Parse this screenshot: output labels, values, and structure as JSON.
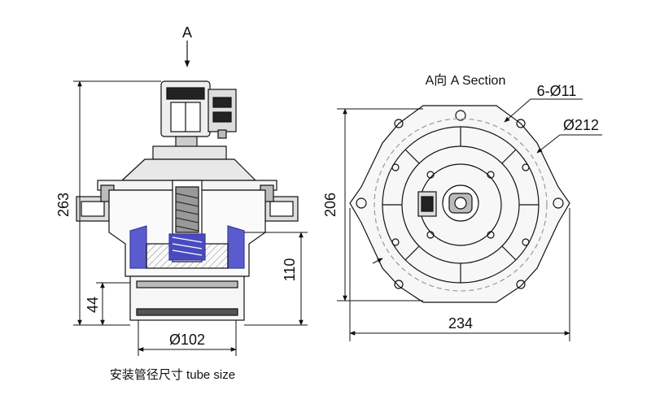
{
  "left_view": {
    "arrow_label": "A",
    "dim_height_total": "263",
    "dim_height_body": "110",
    "dim_height_outlet": "44",
    "dim_diameter": "Ø102",
    "caption": "安装管径尺寸 tube size"
  },
  "right_view": {
    "section_label": "A向 A Section",
    "dim_holes": "6-Ø11",
    "dim_bolt_circle": "Ø212",
    "dim_height": "206",
    "dim_width": "234"
  },
  "colors": {
    "line": "#111111",
    "accent_blue": "#3a3aa8",
    "shade": "#c8c8c8"
  }
}
